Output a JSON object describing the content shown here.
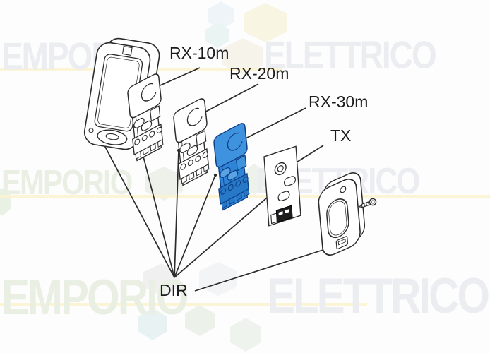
{
  "diagram": {
    "labels": {
      "rx10": "RX-10m",
      "rx20": "RX-20m",
      "rx30": "RX-30m",
      "tx": "TX",
      "dir": "DIR"
    },
    "highlight_color": "#2e84d6",
    "line_color": "#2b2b2b",
    "parts": [
      "back-housing",
      "rx-10m-board",
      "rx-20m-board",
      "rx-30m-board",
      "tx-board",
      "front-cover",
      "screw"
    ]
  },
  "watermark": {
    "rows": [
      {
        "left": "EMPORIO",
        "right": "ELETTRICO"
      },
      {
        "left": "EMPORIO",
        "right": "ELETTRICO"
      },
      {
        "left": "EMPORIO",
        "right": "ELETTRICO"
      }
    ],
    "green_color": "#e9efe3",
    "gray_color": "#ebedf1"
  }
}
